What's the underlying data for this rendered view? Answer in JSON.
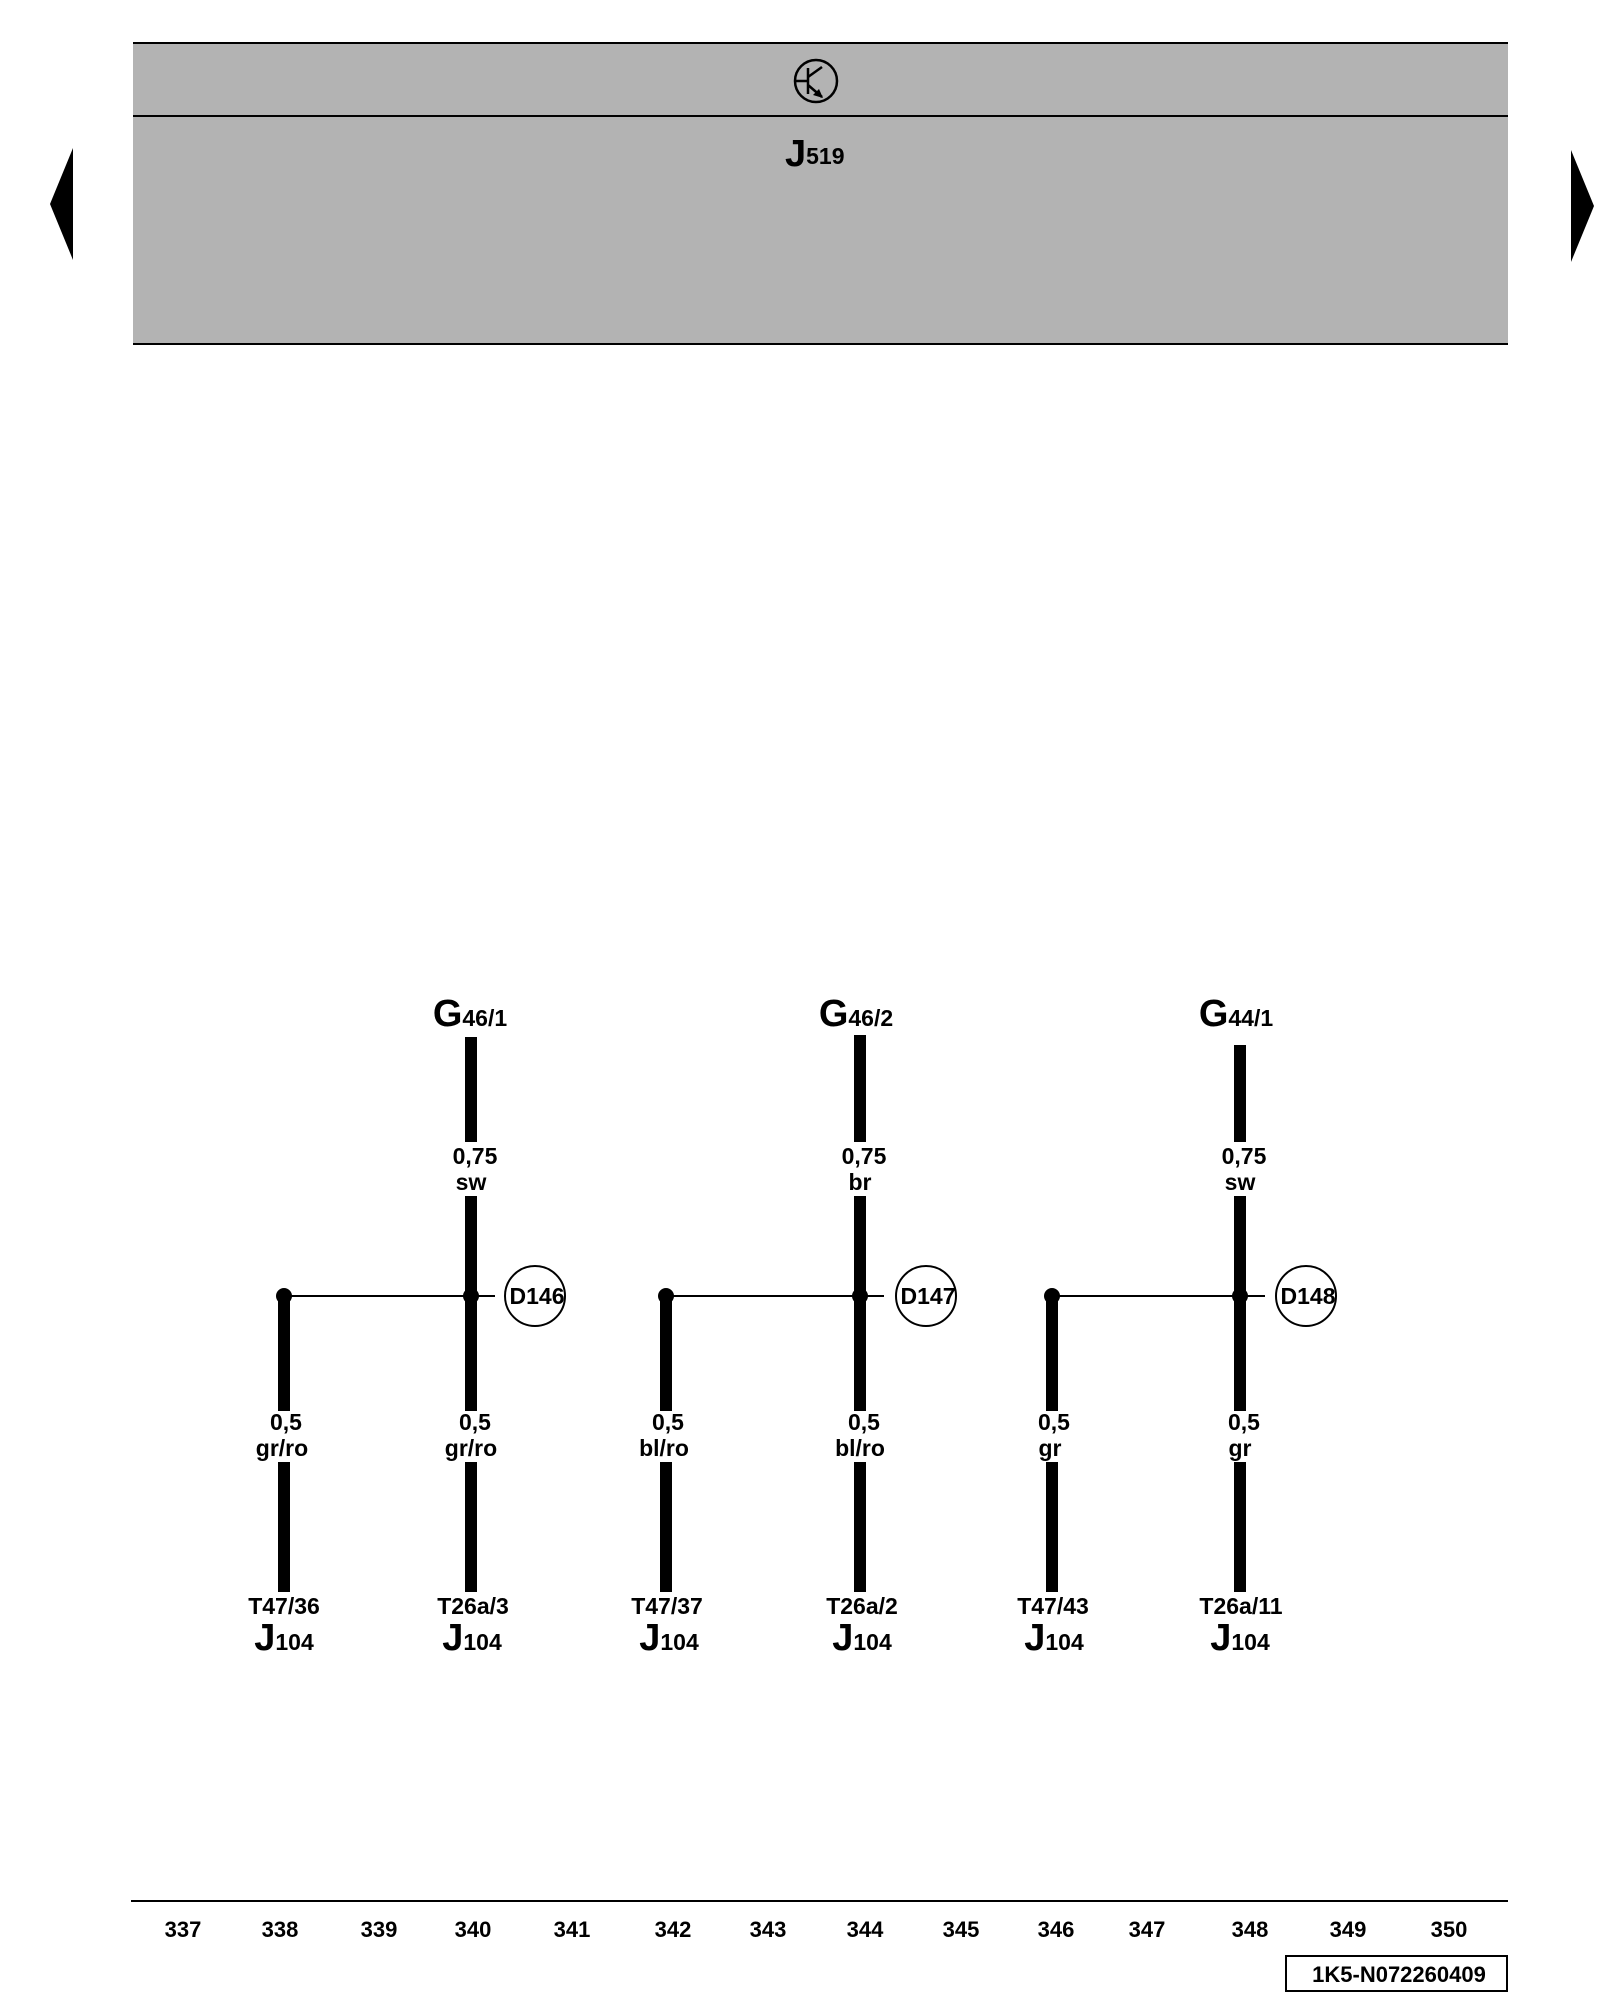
{
  "header": {
    "module_main": "J",
    "module_sub": "519",
    "module_icon": "transistor-symbol-icon",
    "background": "#b3b3b3"
  },
  "navigation": {
    "prev_icon": "triangle-left-icon",
    "next_icon": "triangle-right-icon"
  },
  "groups": [
    {
      "sensor_main": "G",
      "sensor_sub": "46/1",
      "top_wire": {
        "size": "0,75",
        "color": "sw"
      },
      "connector": "D146",
      "left_wire": {
        "size": "0,5",
        "color": "gr/ro",
        "pin": "T47/36",
        "dest_main": "J",
        "dest_sub": "104"
      },
      "right_wire": {
        "size": "0,5",
        "color": "gr/ro",
        "pin": "T26a/3",
        "dest_main": "J",
        "dest_sub": "104"
      }
    },
    {
      "sensor_main": "G",
      "sensor_sub": "46/2",
      "top_wire": {
        "size": "0,75",
        "color": "br"
      },
      "connector": "D147",
      "left_wire": {
        "size": "0,5",
        "color": "bl/ro",
        "pin": "T47/37",
        "dest_main": "J",
        "dest_sub": "104"
      },
      "right_wire": {
        "size": "0,5",
        "color": "bl/ro",
        "pin": "T26a/2",
        "dest_main": "J",
        "dest_sub": "104"
      }
    },
    {
      "sensor_main": "G",
      "sensor_sub": "44/1",
      "top_wire": {
        "size": "0,75",
        "color": "sw"
      },
      "connector": "D148",
      "left_wire": {
        "size": "0,5",
        "color": "gr",
        "pin": "T47/43",
        "dest_main": "J",
        "dest_sub": "104"
      },
      "right_wire": {
        "size": "0,5",
        "color": "gr",
        "pin": "T26a/11",
        "dest_main": "J",
        "dest_sub": "104"
      }
    }
  ],
  "ruler": [
    "337",
    "338",
    "339",
    "340",
    "341",
    "342",
    "343",
    "344",
    "345",
    "346",
    "347",
    "348",
    "349",
    "350"
  ],
  "document_code": "1K5-N072260409"
}
